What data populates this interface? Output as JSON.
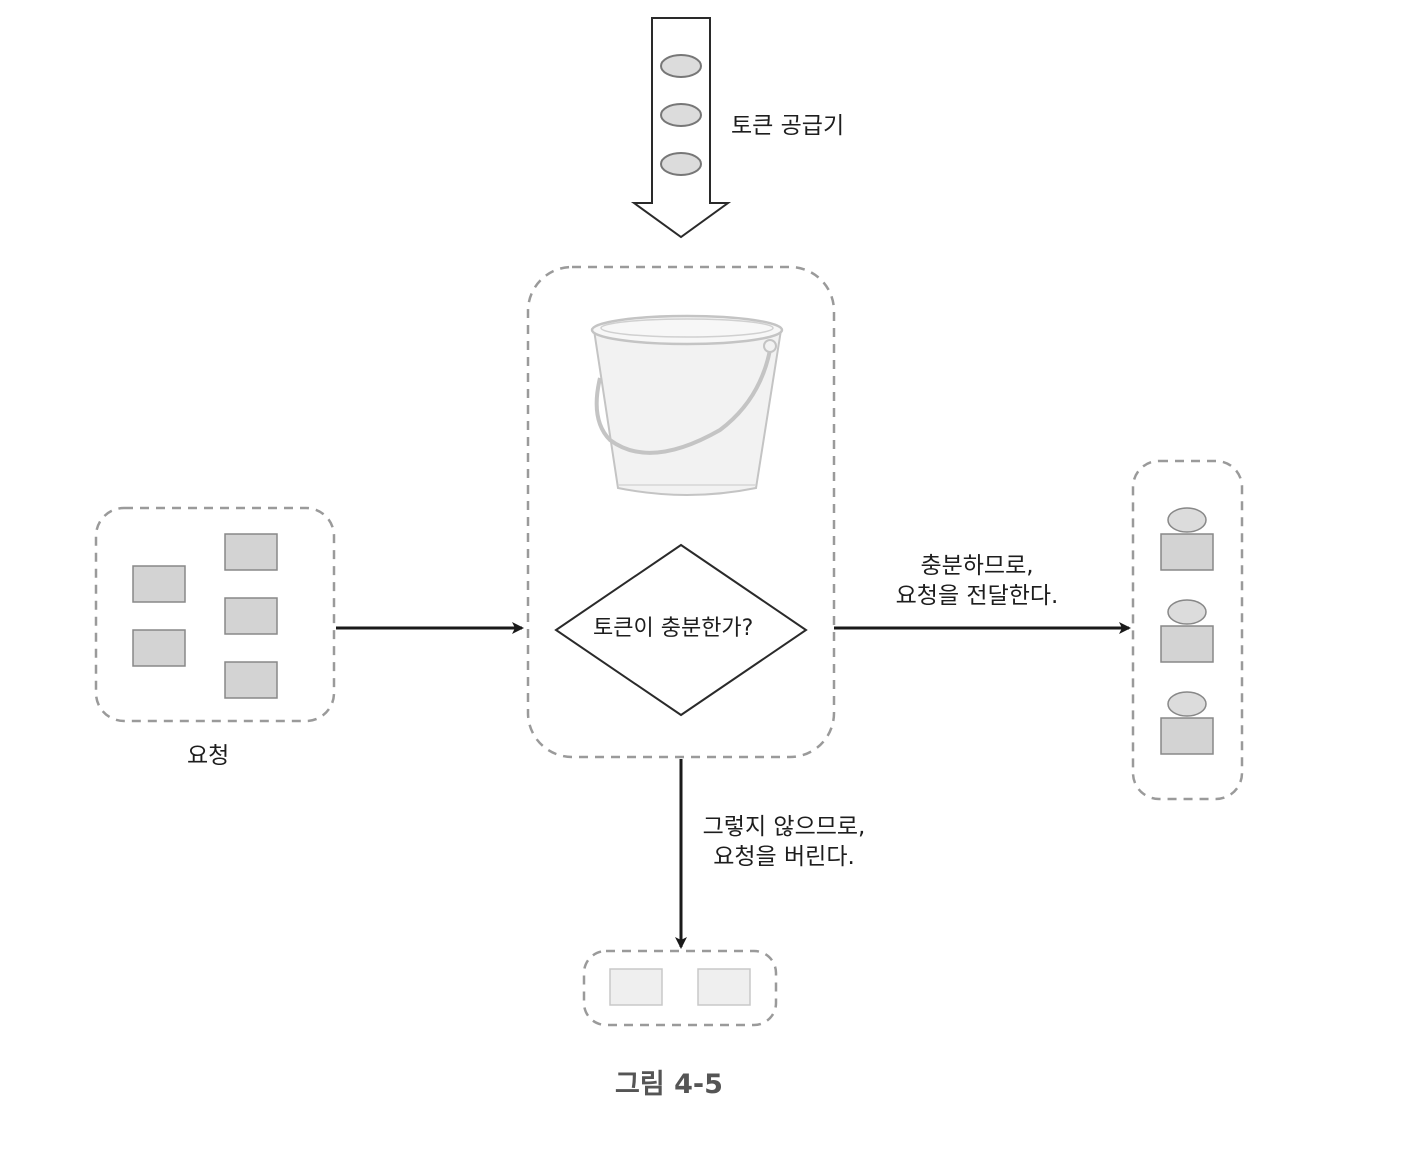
{
  "token_supplier": {
    "label": "토큰 공급기"
  },
  "requests": {
    "label": "요청"
  },
  "decision": {
    "label": "토큰이 충분한가?"
  },
  "forward_edge": {
    "line1": "충분하므로,",
    "line2": "요청을 전달한다."
  },
  "drop_edge": {
    "line1": "그렇지 않으므로,",
    "line2": "요청을 버린다."
  },
  "caption": {
    "text": "그림 4-5"
  },
  "colors": {
    "dashed_border": "#9a9a9a",
    "request_fill": "#d3d3d3",
    "dropped_fill": "#efefef",
    "token_fill": "#dcdcdc",
    "arrow": "#1a1a1a",
    "bucket": "#f2f2f2"
  },
  "icons": [
    "token-icon",
    "bucket-icon",
    "request-icon"
  ]
}
